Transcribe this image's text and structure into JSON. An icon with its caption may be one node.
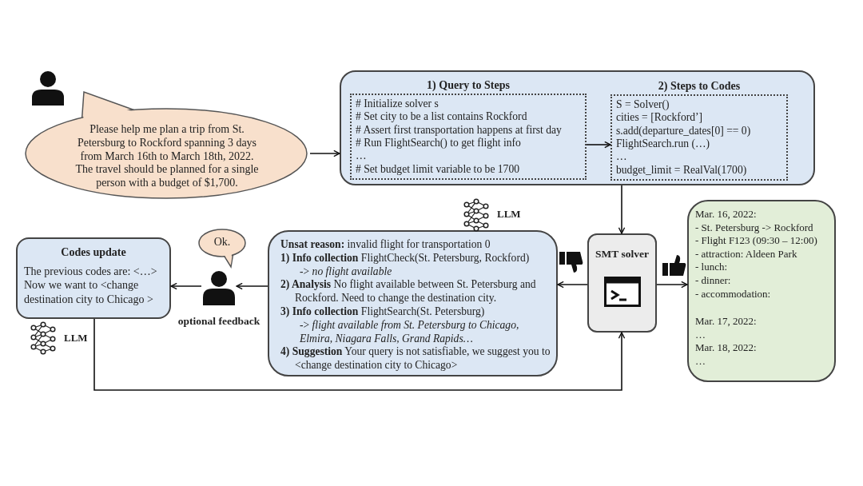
{
  "diagram": {
    "nodes": [
      {
        "text": [
          "Please help me plan a trip from St. Petersburg to Rockford spanning 3 days from March 16th to March 18th, 2022.",
          "The travel should be planned for a single person with a budget of $1,700."
        ]
      },
      {
        "text": [],
        "shape": "box"
      },
      {
        "text": [
          "1) Query to Steps",
          "# Initialize solver s",
          "# Set city to be a list contains Rockford",
          "# Assert first transportation happens at first day",
          "# Run FlightSearch() to get flight info",
          "…",
          "# Set budget limit variable to be 1700"
        ],
        "in": 1
      },
      {
        "text": [
          "2) Steps to Codes",
          "S = Solver()",
          "cities = [Rockford’]",
          "s.add(departure_dates[0] == 0)",
          "FlightSearch.run (…)",
          "…",
          "budget_limit = RealVal(1700)"
        ],
        "in": 1
      },
      {
        "text": [
          "SMT solver"
        ]
      },
      {
        "text": [
          "Mar. 16, 2022:",
          "- St. Petersburg -> Rockford",
          "- Flight F123 (09:30 – 12:00)",
          "- attraction: Aldeen Park",
          "- lunch:",
          "- dinner:",
          "- accommodation:",
          "Mar. 17, 2022:",
          "…",
          "Mar. 18, 2022:",
          "…"
        ]
      },
      {
        "text": [
          "**Unsat reason:** invalid flight for transportation 0",
          "**1) Info collection** FlightCheck(St. Petersburg, Rockford)",
          "-> *no flight available*",
          "**2) Analysis** No flight available between St. Petersburg and Rockford. Need to change the destination city.",
          "**3) Info collection** FlightSearch(St. Petersburg)",
          "-> *flight available from St. Petersburg to Chicago, Elmira, Niagara Falls, Grand Rapids…*",
          "**4) Suggestion** Your query is not satisfiable, we suggest you to <change destination city to Chicago>"
        ]
      },
      {
        "text": [],
        "shape": "person",
        "beside": [
          "optional feedback"
        ]
      },
      {
        "text": [
          "Ok."
        ]
      },
      {
        "text": [
          "Codes update",
          "The previous codes are: <…> Now we want to <change destination city to Chicago >"
        ]
      }
    ],
    "edges": [
      {
        "from": 0,
        "to": 1,
        "arrow": "to"
      },
      {
        "from": 2,
        "to": 3,
        "arrow": "to"
      },
      {
        "from": 1,
        "to": 4,
        "arrow": "to"
      },
      {
        "from": 4,
        "to": 5,
        "arrow": "to"
      },
      {
        "from": 4,
        "to": 6,
        "arrow": "to"
      },
      {
        "from": 6,
        "to": 7,
        "arrow": "to"
      },
      {
        "from": 7,
        "to": 9,
        "arrow": "to"
      },
      {
        "from": 9,
        "to": 4,
        "arrow": "to"
      }
    ],
    "labels": [
      "LLM",
      "LLM"
    ]
  }
}
